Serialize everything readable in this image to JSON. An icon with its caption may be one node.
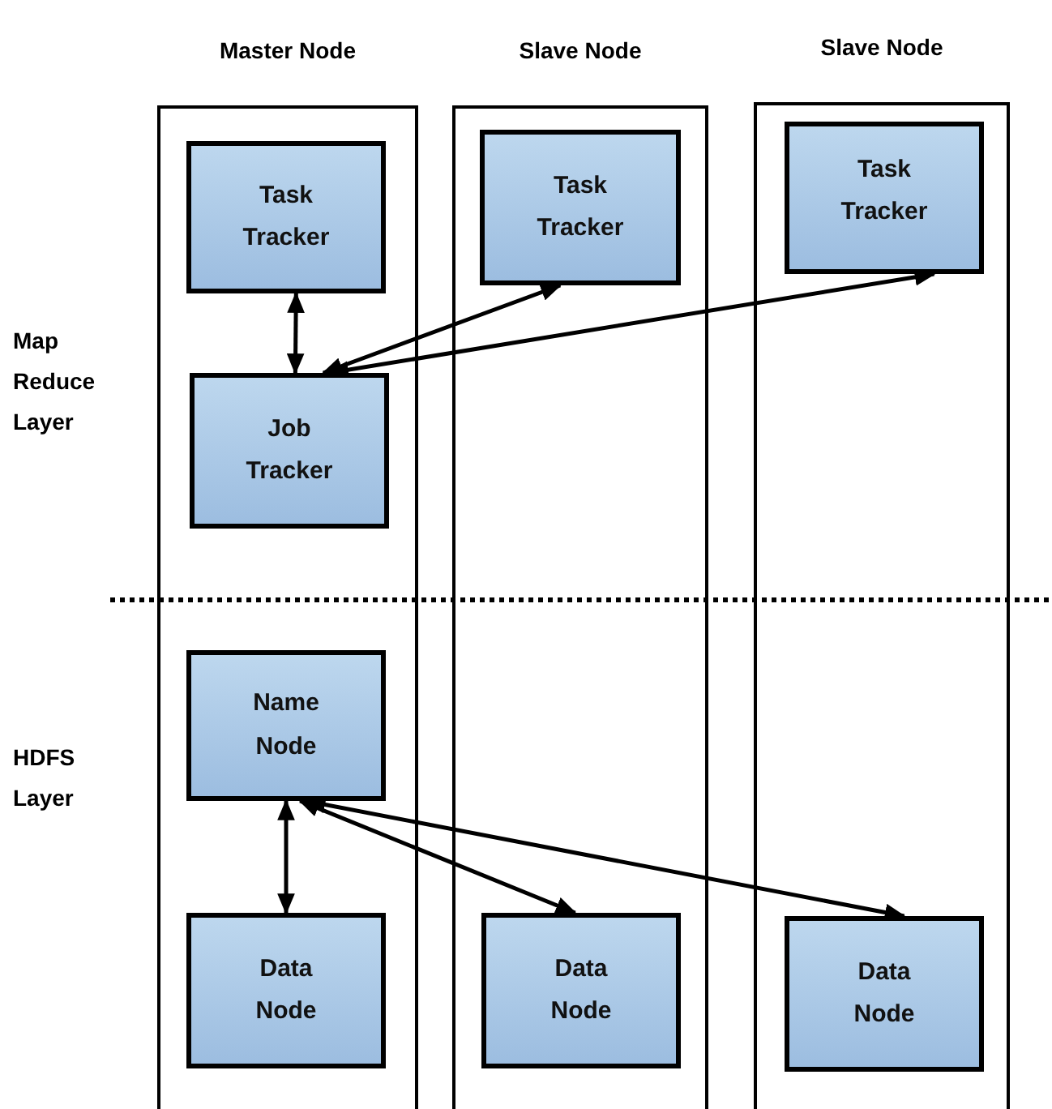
{
  "diagram": {
    "nodes": [
      {
        "text": [
          "Master Node"
        ]
      },
      {
        "text": [
          "Task Tracker"
        ],
        "in": 0
      },
      {
        "text": [
          "Job Tracker"
        ],
        "in": 0
      },
      {
        "text": [
          "Name Node"
        ],
        "in": 0
      },
      {
        "text": [
          "Data Node"
        ],
        "in": 0
      },
      {
        "text": [
          "Slave Node"
        ]
      },
      {
        "text": [
          "Task Tracker"
        ],
        "in": 5
      },
      {
        "text": [
          "Data Node"
        ],
        "in": 5
      },
      {
        "text": [
          "Slave Node"
        ]
      },
      {
        "text": [
          "Task Tracker"
        ],
        "in": 8
      },
      {
        "text": [
          "Data Node"
        ],
        "in": 8
      }
    ],
    "edges": [
      {
        "from": 1,
        "to": 2,
        "arrow": "both"
      },
      {
        "from": 2,
        "to": 6,
        "arrow": "both"
      },
      {
        "from": 2,
        "to": 9,
        "arrow": "both"
      },
      {
        "from": 3,
        "to": 4,
        "arrow": "both"
      },
      {
        "from": 3,
        "to": 7,
        "arrow": "both"
      },
      {
        "from": 3,
        "to": 10,
        "arrow": "both"
      }
    ],
    "labels": [
      "Map Reduce Layer",
      "HDFS Layer"
    ]
  }
}
